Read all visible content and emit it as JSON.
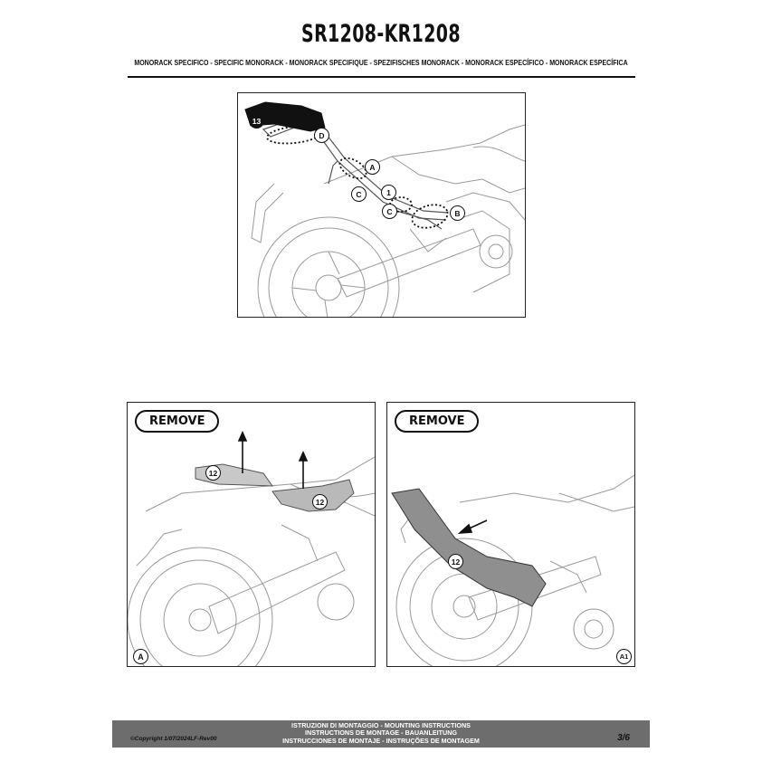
{
  "header": {
    "title": "SR1208-KR1208",
    "subtitle": "MONORACK SPECIFICO - SPECIFIC MONORACK - MONORACK SPECIFIQUE - SPEZIFISCHES MONORACK - MONORACK ESPECÍFICO - MONORACK ESPECÍFICA"
  },
  "top_figure": {
    "callouts": [
      "13",
      "D",
      "A",
      "C",
      "1",
      "C",
      "B"
    ]
  },
  "panel_left": {
    "remove_label": "REMOVE",
    "corner_label": "A",
    "part_labels": [
      "12",
      "12"
    ]
  },
  "panel_right": {
    "remove_label": "REMOVE",
    "corner_label": "A1",
    "part_labels": [
      "12"
    ]
  },
  "footer": {
    "line1": "ISTRUZIONI DI MONTAGGIO  -  MOUNTING INSTRUCTIONS",
    "line2": "INSTRUCTIONS DE MONTAGE - BAUANLEITUNG",
    "line3": "INSTRUCCIONES DE MONTAJE - INSTRUÇÕES DE MONTAGEM",
    "copyright": "©Copyright 1/07/2024LF-Rev00",
    "page": "3/6"
  }
}
